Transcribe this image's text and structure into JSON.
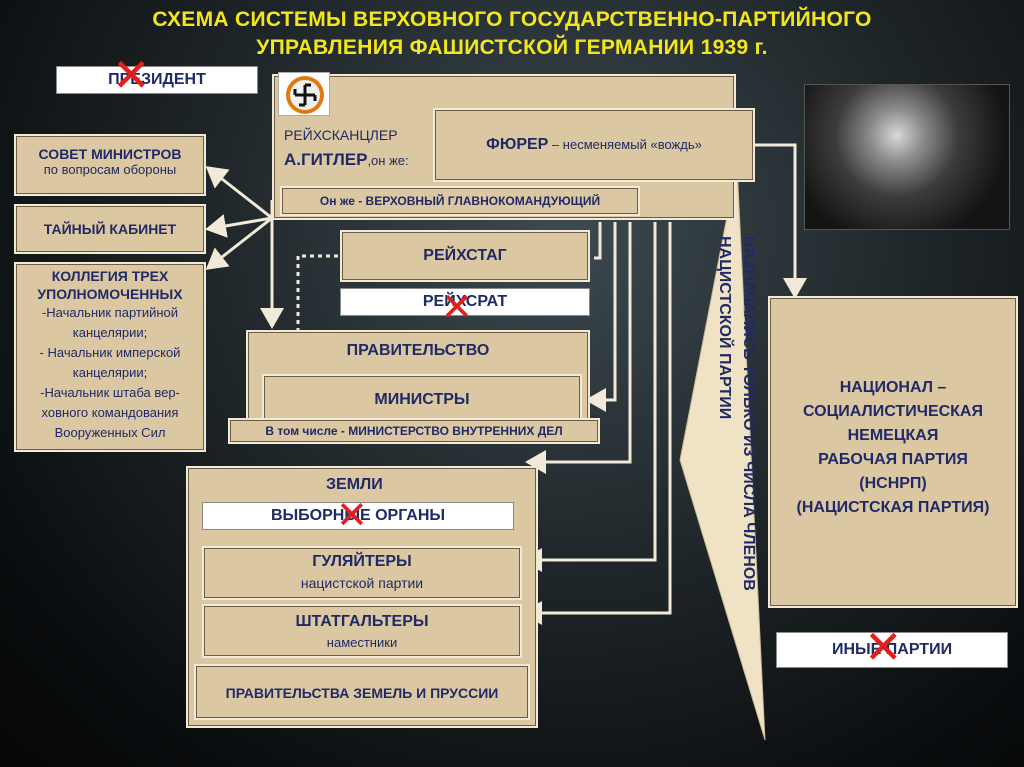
{
  "title": {
    "line1": "СХЕМА СИСТЕМЫ ВЕРХОВНОГО ГОСУДАРСТВЕННО-ПАРТИЙНОГО",
    "line2": "УПРАВЛЕНИЯ ФАШИСТСКОЙ ГЕРМАНИИ 1939 г."
  },
  "president": "ПРЕЗИДЕНТ",
  "chancellor": {
    "label": "РЕЙХСКАНЦЛЕР",
    "name": "А.ГИТЛЕР",
    "suffix": ",он же:",
    "commander": "Он же - ВЕРХОВНЫЙ ГЛАВНОКОМАНДУЮЩИЙ"
  },
  "fuhrer": {
    "title": "ФЮРЕР",
    "desc": " – несменяемый «вождь»"
  },
  "left": {
    "council_title": "СОВЕТ МИНИСТРОВ",
    "council_sub": "по вопросам обороны",
    "secret_cabinet": "ТАЙНЫЙ КАБИНЕТ",
    "collegium_title": "КОЛЛЕГИЯ ТРЕХ УПОЛНОМОЧЕННЫХ",
    "collegium_lines": [
      "-Начальник партийной",
      "канцелярии;",
      "- Начальник имперской",
      "канцелярии;",
      "-Начальник штаба вер-",
      "ховного командования",
      "Вооруженных Сил"
    ]
  },
  "reichstag": "РЕЙХСТАГ",
  "reichsrat": "РЕЙХСРАТ",
  "government": {
    "title": "ПРАВИТЕЛЬСТВО",
    "ministers": "МИНИСТРЫ",
    "interior": "В том числе - МИНИСТЕРСТВО ВНУТРЕННИХ ДЕЛ"
  },
  "lands": {
    "title": "ЗЕМЛИ",
    "elected": "ВЫБОРНЫЕ ОРГАНЫ",
    "gauleiters_title": "ГУЛЯЙТЕРЫ",
    "gauleiters_sub": "нацистской партии",
    "statthalters_title": "ШТАТГАЛЬТЕРЫ",
    "statthalters_sub": "наместники",
    "governments": "ПРАВИТЕЛЬСТВА ЗЕМЕЛЬ И ПРУССИИ"
  },
  "appointed": {
    "line1": "НАЗНАЧАЛИСЬ ТОЛЬКО ИЗ ЧИСЛА ЧЛЕНОВ",
    "line2": "НАЦИСТСКОЙ ПАРТИИ"
  },
  "party": {
    "lines": [
      "НАЦИОНАЛ –",
      "СОЦИАЛИСТИЧЕСКАЯ",
      "НЕМЕЦКАЯ",
      "РАБОЧАЯ ПАРТИЯ",
      "(НСНРП)",
      "(НАЦИСТСКАЯ ПАРТИЯ)"
    ]
  },
  "other_parties": "ИНЫЕ ПАРТИИ",
  "colors": {
    "title": "#f2e61e",
    "box": "#dcc7a3",
    "text": "#1f2a66",
    "cross": "#e0201d",
    "arrow": "#f2ead8"
  },
  "icons": [
    "swastika-emblem-icon",
    "cross-mark-icon",
    "photo-portrait"
  ]
}
